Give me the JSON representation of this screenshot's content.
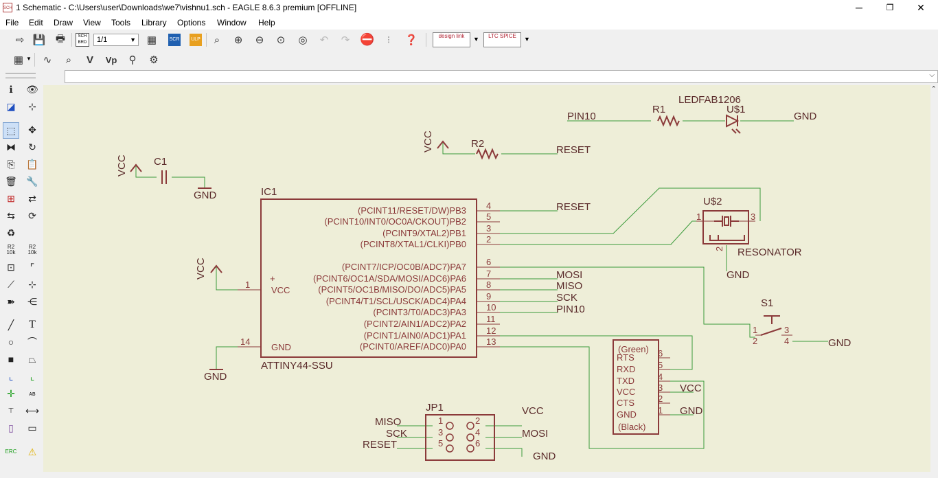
{
  "window": {
    "title": "1 Schematic - C:\\Users\\user\\Downloads\\we7\\vishnu1.sch - EAGLE 8.6.3 premium [OFFLINE]",
    "app_icon_text": "SCH",
    "minimize": "─",
    "maximize": "❐",
    "close": "✕"
  },
  "menu": [
    "File",
    "Edit",
    "Draw",
    "View",
    "Tools",
    "Library",
    "Options",
    "Window",
    "Help"
  ],
  "toolbar": {
    "sheet_value": "1/1",
    "sch_brd": "SCH BRD",
    "scr": "SCR",
    "ulp": "ULP",
    "designlink": "design link",
    "ltspice": "LTC SPICE"
  },
  "command_line": {
    "value": ""
  },
  "palette_labels": {
    "r2a": "R2",
    "r2a_sub": "10k",
    "r2b": "R2",
    "r2b_sub": "10k",
    "erc": "ERC"
  },
  "schematic": {
    "texts": {
      "ledfab": "LEDFAB1206",
      "u1": "U$1",
      "r1": "R1",
      "pin10_top": "PIN10",
      "gnd_led": "GND",
      "vcc_r2": "VCC",
      "r2": "R2",
      "reset_top": "RESET",
      "vcc_c1": "VCC",
      "c1": "C1",
      "gnd_c1": "GND",
      "ic1": "IC1",
      "ic1_value": "ATTINY44-SSU",
      "ic_vcc": "VCC",
      "ic_gnd": "GND",
      "vcc_ic": "VCC",
      "gnd_ic": "GND",
      "u2": "U$2",
      "resonator": "RESONATOR",
      "gnd_res": "GND",
      "s1": "S1",
      "gnd_s1": "GND",
      "reset_net": "RESET",
      "mosi_net": "MOSI",
      "miso_net": "MISO",
      "sck_net": "SCK",
      "pin10_net": "PIN10",
      "ftdi_green": "(Green)",
      "ftdi_black": "(Black)",
      "vcc_ftdi": "VCC",
      "gnd_ftdi": "GND",
      "jp1": "JP1",
      "jp_miso": "MISO",
      "jp_sck": "SCK",
      "jp_reset": "RESET",
      "jp_vcc": "VCC",
      "jp_mosi": "MOSI",
      "jp_gnd": "GND"
    },
    "ic_pins_right": [
      {
        "name": "(PCINT11/RESET/DW)PB3",
        "num": "4"
      },
      {
        "name": "(PCINT10/INT0/OC0A/CKOUT)PB2",
        "num": "5"
      },
      {
        "name": "(PCINT9/XTAL2)PB1",
        "num": "3"
      },
      {
        "name": "(PCINT8/XTAL1/CLKI)PB0",
        "num": "2"
      },
      {
        "name": "(PCINT7/ICP/OC0B/ADC7)PA7",
        "num": "6"
      },
      {
        "name": "(PCINT6/OC1A/SDA/MOSI/ADC6)PA6",
        "num": "7"
      },
      {
        "name": "(PCINT5/OC1B/MISO/DO/ADC5)PA5",
        "num": "8"
      },
      {
        "name": "(PCINT4/T1/SCL/USCK/ADC4)PA4",
        "num": "9"
      },
      {
        "name": "(PCINT3/T0/ADC3)PA3",
        "num": "10"
      },
      {
        "name": "(PCINT2/AIN1/ADC2)PA2",
        "num": "11"
      },
      {
        "name": "(PCINT1/AIN0/ADC1)PA1",
        "num": "12"
      },
      {
        "name": "(PCINT0/AREF/ADC0)PA0",
        "num": "13"
      }
    ],
    "ic_pins_left": [
      {
        "num": "1"
      },
      {
        "num": "14"
      }
    ],
    "resonator_pins": [
      "1",
      "3",
      "2"
    ],
    "switch_pins": [
      "1",
      "3",
      "2",
      "4"
    ],
    "ftdi_pins": [
      {
        "name": "RTS",
        "num": "6"
      },
      {
        "name": "RXD",
        "num": "5"
      },
      {
        "name": "TXD",
        "num": "4"
      },
      {
        "name": "VCC",
        "num": "3"
      },
      {
        "name": "CTS",
        "num": "2"
      },
      {
        "name": "GND",
        "num": "1"
      }
    ],
    "jp_pins": [
      "1",
      "2",
      "3",
      "4",
      "5",
      "6"
    ]
  }
}
